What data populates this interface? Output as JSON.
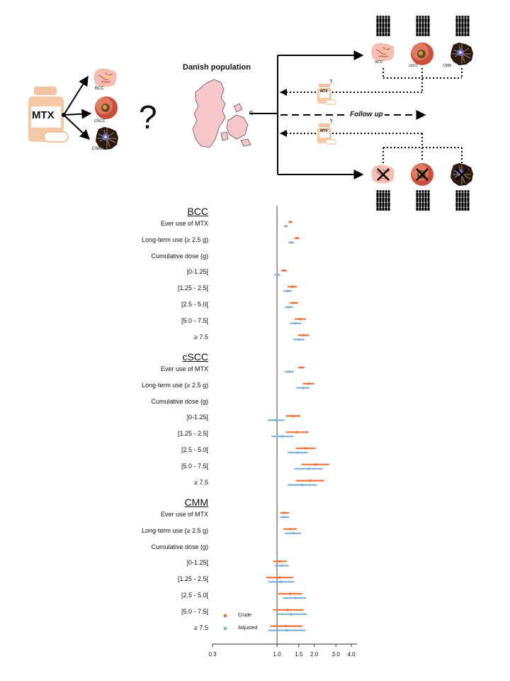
{
  "diagram": {
    "drug_label": "MTX",
    "drug_small_label": "MTX",
    "question_mark": "?",
    "small_question": "?",
    "population_title": "Danish population",
    "follow_up_label": "Follow up",
    "outcomes": [
      "BCC",
      "cSCC",
      "CMM"
    ],
    "colors": {
      "pill": "#f5c9a8",
      "lesion_bcc": "#f2b8b0",
      "lesion_scc": "#b4442c",
      "melanoma": "#3a2618",
      "map": "#f7c6c9"
    }
  },
  "chart_data": {
    "type": "forest",
    "x_scale": "log",
    "xlim": [
      0.3,
      4.0
    ],
    "x_ticks": [
      "0.3",
      "1.0",
      "1.5",
      "2.0",
      "3.0",
      "4.0"
    ],
    "reference_line": 1.0,
    "legend": {
      "placement": "bottom-left",
      "entries": [
        {
          "name": "Crude",
          "color": "#f0743a"
        },
        {
          "name": "Adjusted",
          "color": "#7fb0d8"
        }
      ]
    },
    "sections": [
      {
        "title": "BCC",
        "rows": [
          {
            "label": "Ever use of MTX",
            "crude": [
              1.28,
              1.24,
              1.33
            ],
            "adjusted": [
              1.18,
              1.14,
              1.22
            ]
          },
          {
            "label": "Long-term use (≥ 2.5 g)",
            "crude": [
              1.45,
              1.38,
              1.52
            ],
            "adjusted": [
              1.31,
              1.24,
              1.37
            ]
          },
          {
            "label": "Cumulative dose (g)"
          },
          {
            "label": "]0-1.25[",
            "crude": [
              1.14,
              1.08,
              1.2
            ],
            "adjusted": [
              1.0,
              0.95,
              1.06
            ]
          },
          {
            "label": "[1.25 - 2.5[",
            "crude": [
              1.33,
              1.22,
              1.45
            ],
            "adjusted": [
              1.22,
              1.12,
              1.32
            ]
          },
          {
            "label": "[2.5 - 5.0[",
            "crude": [
              1.37,
              1.27,
              1.48
            ],
            "adjusted": [
              1.25,
              1.16,
              1.35
            ]
          },
          {
            "label": "[5.0 - 7.5[",
            "crude": [
              1.55,
              1.39,
              1.72
            ],
            "adjusted": [
              1.41,
              1.27,
              1.57
            ]
          },
          {
            "label": "≥ 7.5",
            "crude": [
              1.64,
              1.48,
              1.82
            ],
            "adjusted": [
              1.5,
              1.35,
              1.67
            ]
          }
        ]
      },
      {
        "title": "cSCC",
        "rows": [
          {
            "label": "Ever use of MTX",
            "crude": [
              1.57,
              1.48,
              1.67
            ],
            "adjusted": [
              1.26,
              1.16,
              1.37
            ]
          },
          {
            "label": "Long-term use (≥ 2.5 g)",
            "crude": [
              1.8,
              1.62,
              2.0
            ],
            "adjusted": [
              1.62,
              1.43,
              1.83
            ]
          },
          {
            "label": "Cumulative dose (g)"
          },
          {
            "label": "]0-1.25[",
            "crude": [
              1.35,
              1.18,
              1.55
            ],
            "adjusted": [
              0.98,
              0.84,
              1.15
            ]
          },
          {
            "label": "[1.25 - 2.5[",
            "crude": [
              1.44,
              1.18,
              1.8
            ],
            "adjusted": [
              1.1,
              0.9,
              1.36
            ]
          },
          {
            "label": "[2.5 - 5.0[",
            "crude": [
              1.7,
              1.42,
              2.05
            ],
            "adjusted": [
              1.47,
              1.22,
              1.78
            ]
          },
          {
            "label": "[5.0 - 7.5[",
            "crude": [
              2.05,
              1.58,
              2.65
            ],
            "adjusted": [
              1.8,
              1.38,
              2.35
            ]
          },
          {
            "label": "≥ 7.5",
            "crude": [
              1.85,
              1.42,
              2.4
            ],
            "adjusted": [
              1.6,
              1.22,
              2.1
            ]
          }
        ]
      },
      {
        "title": "CMM",
        "rows": [
          {
            "label": "Ever use of MTX",
            "crude": [
              1.15,
              1.06,
              1.25
            ],
            "adjusted": [
              1.15,
              1.06,
              1.25
            ]
          },
          {
            "label": "Long-term use (≥ 2.5 g)",
            "crude": [
              1.28,
              1.12,
              1.45
            ],
            "adjusted": [
              1.35,
              1.16,
              1.57
            ]
          },
          {
            "label": "Cumulative dose (g)"
          },
          {
            "label": "]0-1.25[",
            "crude": [
              1.05,
              0.93,
              1.2
            ],
            "adjusted": [
              1.09,
              0.96,
              1.24
            ]
          },
          {
            "label": "[1.25 - 2.5[",
            "crude": [
              1.05,
              0.82,
              1.35
            ],
            "adjusted": [
              1.08,
              0.85,
              1.38
            ]
          },
          {
            "label": "[2.5 - 5.0[",
            "crude": [
              1.28,
              1.02,
              1.6
            ],
            "adjusted": [
              1.4,
              1.12,
              1.72
            ]
          },
          {
            "label": "[5.0 - 7.5[",
            "crude": [
              1.22,
              0.93,
              1.65
            ],
            "adjusted": [
              1.3,
              0.98,
              1.75
            ]
          },
          {
            "label": "≥ 7.5",
            "crude": [
              1.18,
              0.88,
              1.6
            ],
            "adjusted": [
              1.2,
              0.85,
              1.7
            ]
          }
        ]
      }
    ]
  }
}
